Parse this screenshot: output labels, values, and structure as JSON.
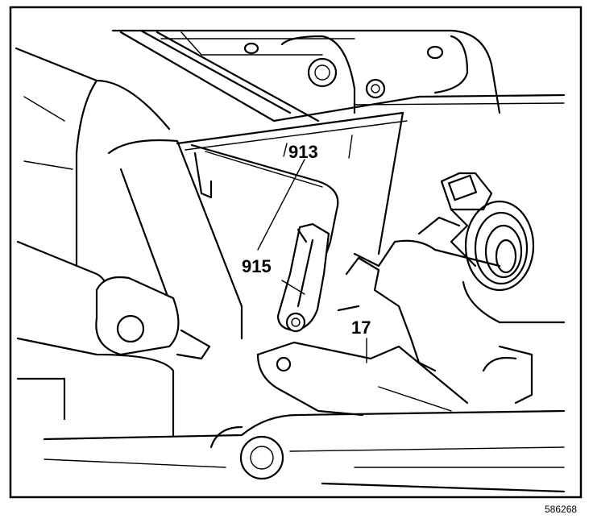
{
  "diagram": {
    "callouts": [
      {
        "id": "913",
        "label": "913"
      },
      {
        "id": "915",
        "label": "915"
      },
      {
        "id": "17",
        "label": "17"
      }
    ],
    "figure_number": "586268"
  }
}
